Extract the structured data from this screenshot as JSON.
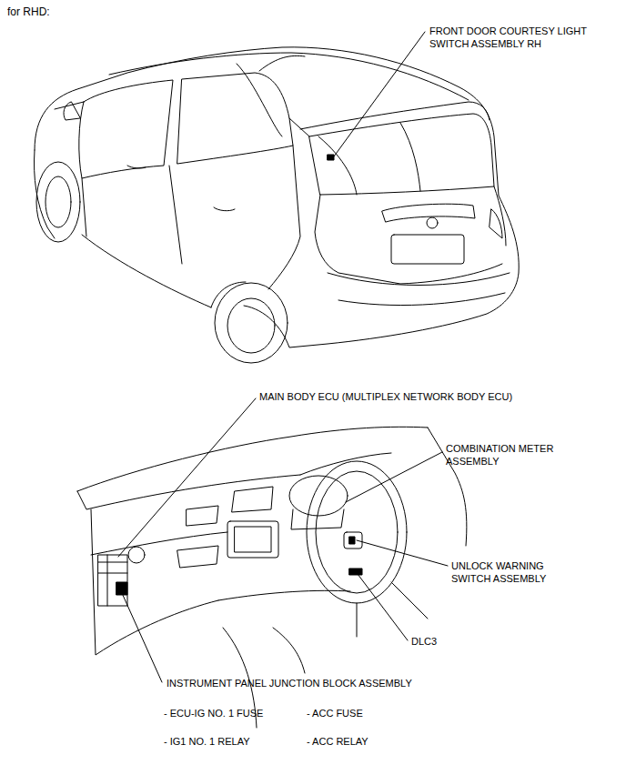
{
  "diagram": {
    "title": "for RHD:",
    "labels": [
      "FRONT DOOR COURTESY LIGHT SWITCH ASSEMBLY RH",
      "MAIN BODY ECU (MULTIPLEX NETWORK BODY ECU)",
      "COMBINATION METER ASSEMBLY",
      "UNLOCK WARNING SWITCH ASSEMBLY",
      "DLC3",
      "INSTRUMENT PANEL JUNCTION BLOCK ASSEMBLY",
      "- ECU-IG NO. 1 FUSE",
      "- ACC FUSE",
      "- IG1 NO. 1 RELAY",
      "- ACC RELAY"
    ]
  }
}
